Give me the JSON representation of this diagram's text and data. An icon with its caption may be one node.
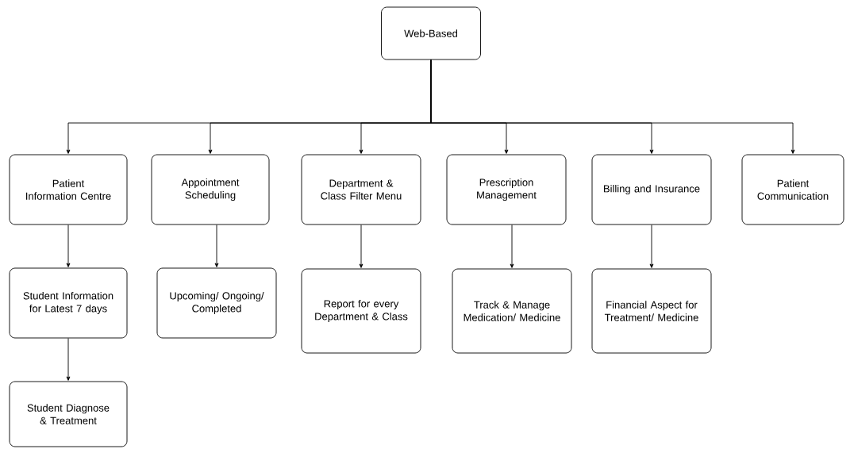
{
  "diagram": {
    "nodes": [
      {
        "text": [
          "Web-Based"
        ]
      },
      {
        "text": [
          "Patient Information Centre"
        ]
      },
      {
        "text": [
          "Appointment Scheduling"
        ]
      },
      {
        "text": [
          "Department & Class Filter Menu"
        ]
      },
      {
        "text": [
          "Prescription Management"
        ]
      },
      {
        "text": [
          "Billing and Insurance"
        ]
      },
      {
        "text": [
          "Patient Communication"
        ]
      },
      {
        "text": [
          "Student Information for Latest 7 days"
        ]
      },
      {
        "text": [
          "Upcoming/ Ongoing/ Completed"
        ]
      },
      {
        "text": [
          "Report for every Department & Class"
        ]
      },
      {
        "text": [
          "Track & Manage Medication/ Medicine"
        ]
      },
      {
        "text": [
          "Financial Aspect for Treatment/ Medicine"
        ]
      },
      {
        "text": [
          "Student Diagnose & Treatment"
        ]
      }
    ],
    "edges": [
      {
        "from": 0,
        "to": 1,
        "arrow": "to"
      },
      {
        "from": 0,
        "to": 2,
        "arrow": "to"
      },
      {
        "from": 0,
        "to": 3,
        "arrow": "to"
      },
      {
        "from": 0,
        "to": 4,
        "arrow": "to"
      },
      {
        "from": 0,
        "to": 5,
        "arrow": "to"
      },
      {
        "from": 0,
        "to": 6,
        "arrow": "to"
      },
      {
        "from": 1,
        "to": 7,
        "arrow": "to"
      },
      {
        "from": 2,
        "to": 8,
        "arrow": "to"
      },
      {
        "from": 3,
        "to": 9,
        "arrow": "to"
      },
      {
        "from": 4,
        "to": 10,
        "arrow": "to"
      },
      {
        "from": 5,
        "to": 11,
        "arrow": "to"
      },
      {
        "from": 7,
        "to": 12,
        "arrow": "to"
      }
    ]
  }
}
